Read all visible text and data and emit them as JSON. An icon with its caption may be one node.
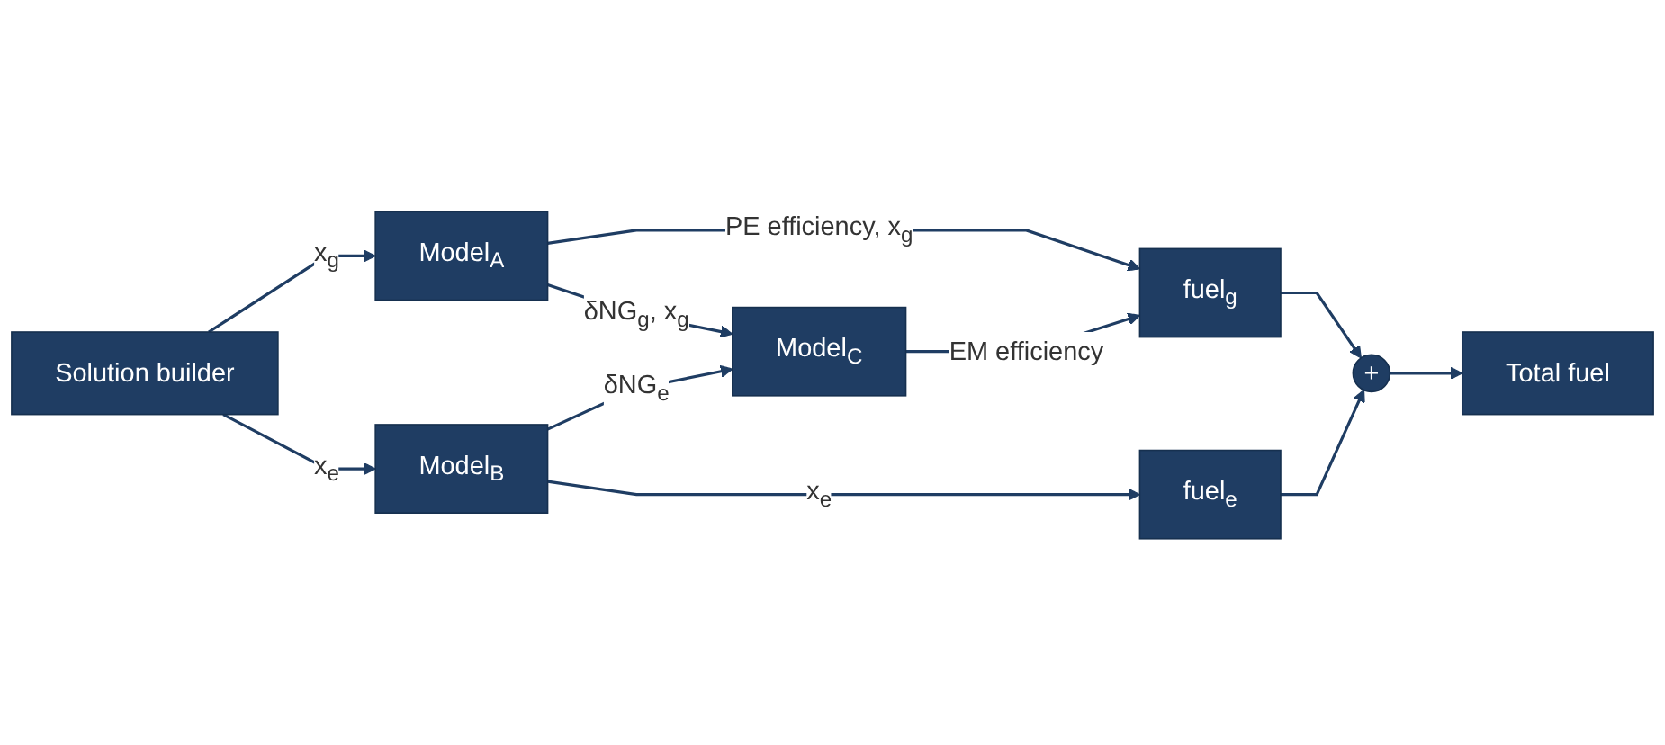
{
  "diagram": {
    "nodes": [
      {
        "text": [
          "Solution builder"
        ]
      },
      {
        "text": [
          "Model$_{A}$"
        ]
      },
      {
        "text": [
          "Model$_{B}$"
        ]
      },
      {
        "text": [
          "Model$_{C}$"
        ]
      },
      {
        "text": [
          "fuel$_{g}$"
        ]
      },
      {
        "text": [
          "fuel$_{e}$"
        ]
      },
      {
        "text": [
          "+"
        ]
      },
      {
        "text": [
          "Total fuel"
        ]
      }
    ],
    "edges": [
      {
        "from": 0,
        "to": 1,
        "arrow": "to",
        "label": "x$_{g}$"
      },
      {
        "from": 0,
        "to": 2,
        "arrow": "to",
        "label": "x$_{e}$"
      },
      {
        "from": 1,
        "to": 3,
        "arrow": "to",
        "label": "δNG$_{g}$, x$_{g}$"
      },
      {
        "from": 1,
        "to": 4,
        "arrow": "to",
        "label": "PE efficiency, x$_{g}$"
      },
      {
        "from": 2,
        "to": 3,
        "arrow": "to",
        "label": "δNG$_{e}$"
      },
      {
        "from": 2,
        "to": 5,
        "arrow": "to",
        "label": "x$_{e}$"
      },
      {
        "from": 3,
        "to": 4,
        "arrow": "to",
        "label": "EM efficiency"
      },
      {
        "from": 4,
        "to": 6,
        "arrow": "to"
      },
      {
        "from": 5,
        "to": 6,
        "arrow": "to"
      },
      {
        "from": 6,
        "to": 7,
        "arrow": "to"
      }
    ]
  }
}
